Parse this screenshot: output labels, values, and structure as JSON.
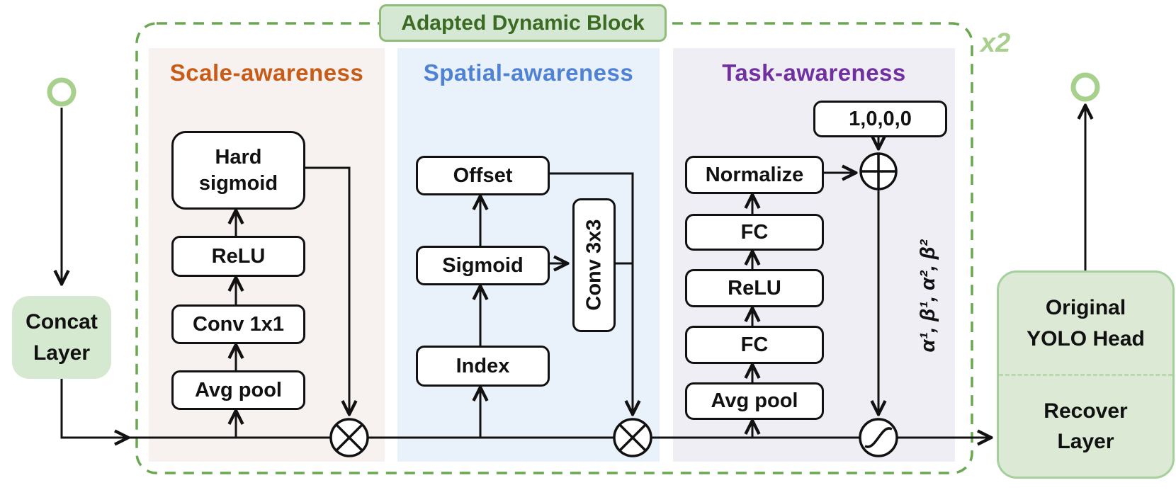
{
  "block": {
    "title": "Adapted Dynamic Block",
    "repeat_label": "x2"
  },
  "input": {
    "concat_line1": "Concat",
    "concat_line2": "Layer"
  },
  "output": {
    "head_line1": "Original",
    "head_line2": "YOLO Head",
    "recover_line1": "Recover",
    "recover_line2": "Layer"
  },
  "panels": {
    "scale": {
      "title": "Scale-awareness",
      "title_color": "#c75b17",
      "bg_color": "#f7f2f0",
      "boxes": {
        "hard_sigmoid_line1": "Hard",
        "hard_sigmoid_line2": "sigmoid",
        "relu": "ReLU",
        "conv": "Conv 1x1",
        "avgpool": "Avg pool"
      }
    },
    "spatial": {
      "title": "Spatial-awareness",
      "title_color": "#4f82d4",
      "bg_color": "#e9f1fa",
      "boxes": {
        "offset": "Offset",
        "sigmoid": "Sigmoid",
        "conv": "Conv 3x3",
        "index": "Index"
      }
    },
    "task": {
      "title": "Task-awareness",
      "title_color": "#7030a0",
      "bg_color": "#f0eef5",
      "boxes": {
        "init_vector": "1,0,0,0",
        "normalize": "Normalize",
        "fc_upper": "FC",
        "relu": "ReLU",
        "fc_lower": "FC",
        "avgpool": "Avg pool"
      },
      "coeff_label": "α¹, β¹, α², β²"
    }
  },
  "nodes": {
    "multiply_scale": "⊗",
    "multiply_spatial": "⊗",
    "add_task": "⊕",
    "activation_task": "activation-curve"
  },
  "colors": {
    "dashed_border_green": "#6aa850",
    "light_green_accent": "#a8d08d",
    "green_fill": "#d5e8d0",
    "title_fill": "#d5e8d4",
    "title_text_green": "#3b6a22",
    "line_black": "#111111"
  }
}
